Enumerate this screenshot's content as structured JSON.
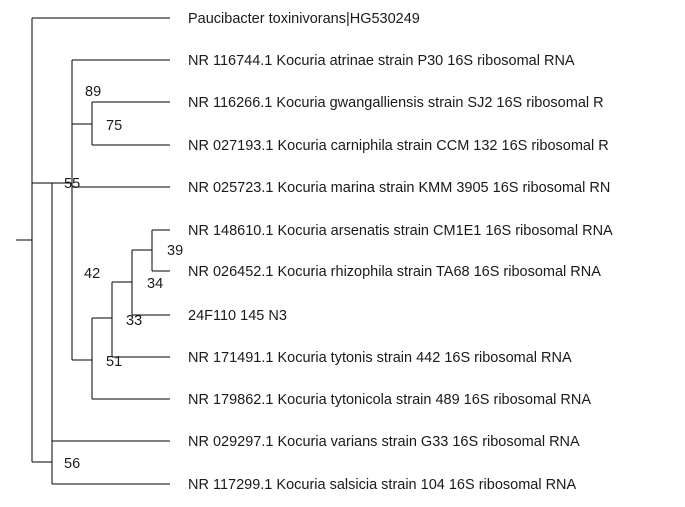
{
  "tree": {
    "leaves": [
      "Paucibacter toxinivorans|HG530249",
      "NR 116744.1 Kocuria atrinae strain P30 16S ribosomal RNA",
      "NR 116266.1 Kocuria gwangalliensis strain SJ2 16S ribosomal R",
      "NR 027193.1 Kocuria carniphila strain CCM 132 16S ribosomal R",
      "NR 025723.1 Kocuria marina strain KMM 3905 16S ribosomal RN",
      "NR 148610.1 Kocuria arsenatis strain CM1E1 16S ribosomal RNA",
      "NR 026452.1 Kocuria rhizophila strain TA68 16S ribosomal RNA",
      "24F110 145 N3",
      "NR 171491.1 Kocuria tytonis strain 442 16S ribosomal RNA",
      "NR 179862.1 Kocuria tytonicola strain 489 16S ribosomal RNA",
      "NR 029297.1 Kocuria varians strain G33 16S ribosomal RNA",
      "NR 117299.1 Kocuria salsicia strain 104 16S ribosomal RNA"
    ],
    "support_values": [
      "89",
      "75",
      "55",
      "39",
      "34",
      "33",
      "42",
      "51",
      "56"
    ]
  }
}
